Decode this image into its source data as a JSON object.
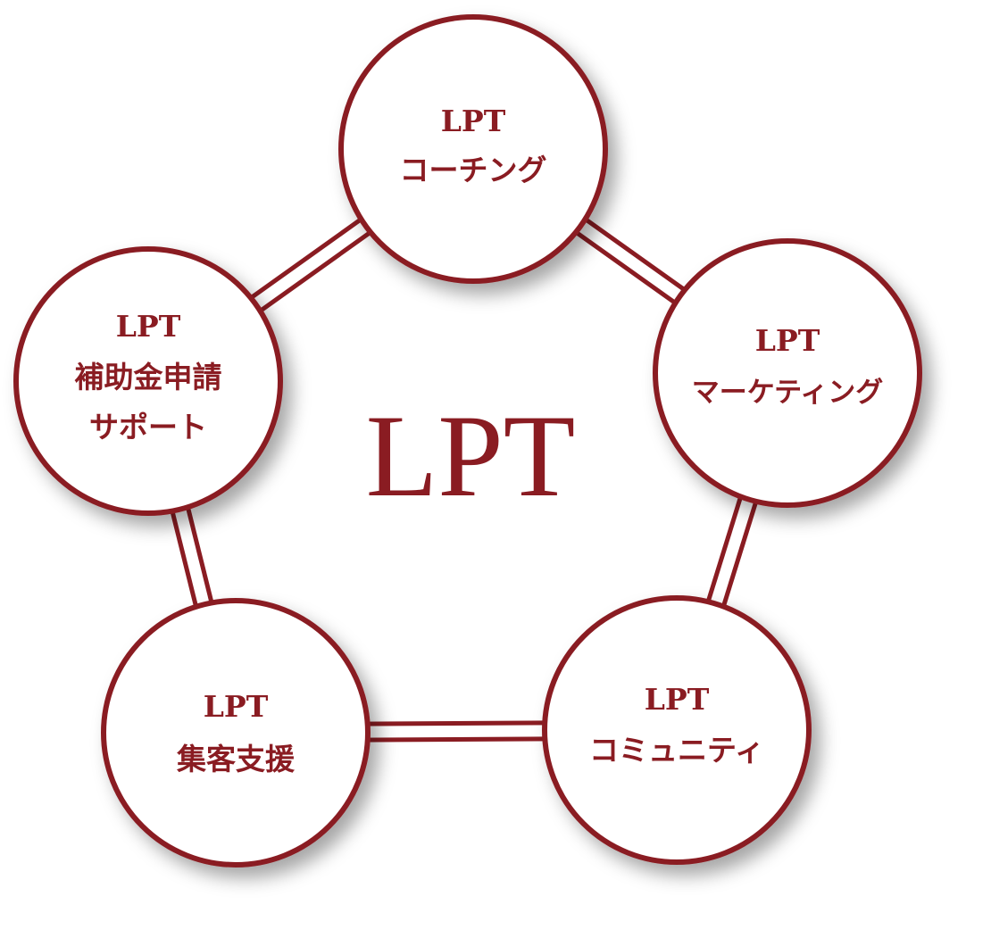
{
  "center_label": "LPT",
  "accent_color": "#8a1c22",
  "nodes": [
    {
      "lines": [
        "LPT",
        "コーチング"
      ]
    },
    {
      "lines": [
        "LPT",
        "マーケティング"
      ]
    },
    {
      "lines": [
        "LPT",
        "コミュニティ"
      ]
    },
    {
      "lines": [
        "LPT",
        "集客支援"
      ]
    },
    {
      "lines": [
        "LPT",
        "補助金申請",
        "サポート"
      ]
    }
  ]
}
